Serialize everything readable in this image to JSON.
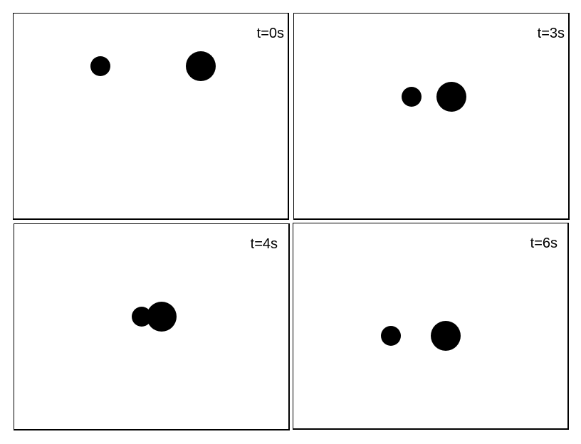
{
  "panels": [
    {
      "time_label": "t=0s"
    },
    {
      "time_label": "t=3s"
    },
    {
      "time_label": "t=4s"
    },
    {
      "time_label": "t=6s"
    }
  ],
  "colors": {
    "ball": "#000000",
    "frame": "#000000",
    "background": "#ffffff"
  }
}
